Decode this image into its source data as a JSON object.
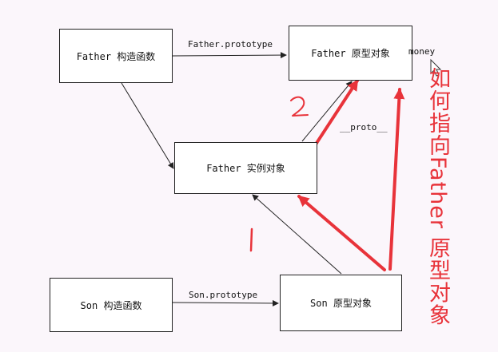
{
  "nodes": {
    "father_ctor": "Father 构造函数",
    "father_proto": "Father 原型对象",
    "father_instance": "Father 实例对象",
    "son_ctor": "Son 构造函数",
    "son_proto": "Son 原型对象"
  },
  "edges": {
    "father_prototype": "Father.prototype",
    "son_prototype": "Son.prototype",
    "proto": "__proto__",
    "money": "money"
  },
  "annotations": {
    "step_one": "|",
    "step_two": "2",
    "question": "如何指向Father 原型对象"
  },
  "colors": {
    "background": "#fbf6fb",
    "annotation": "#e8333a",
    "line": "#222222"
  },
  "icons": {
    "cursor": "mouse-pointer-icon"
  }
}
